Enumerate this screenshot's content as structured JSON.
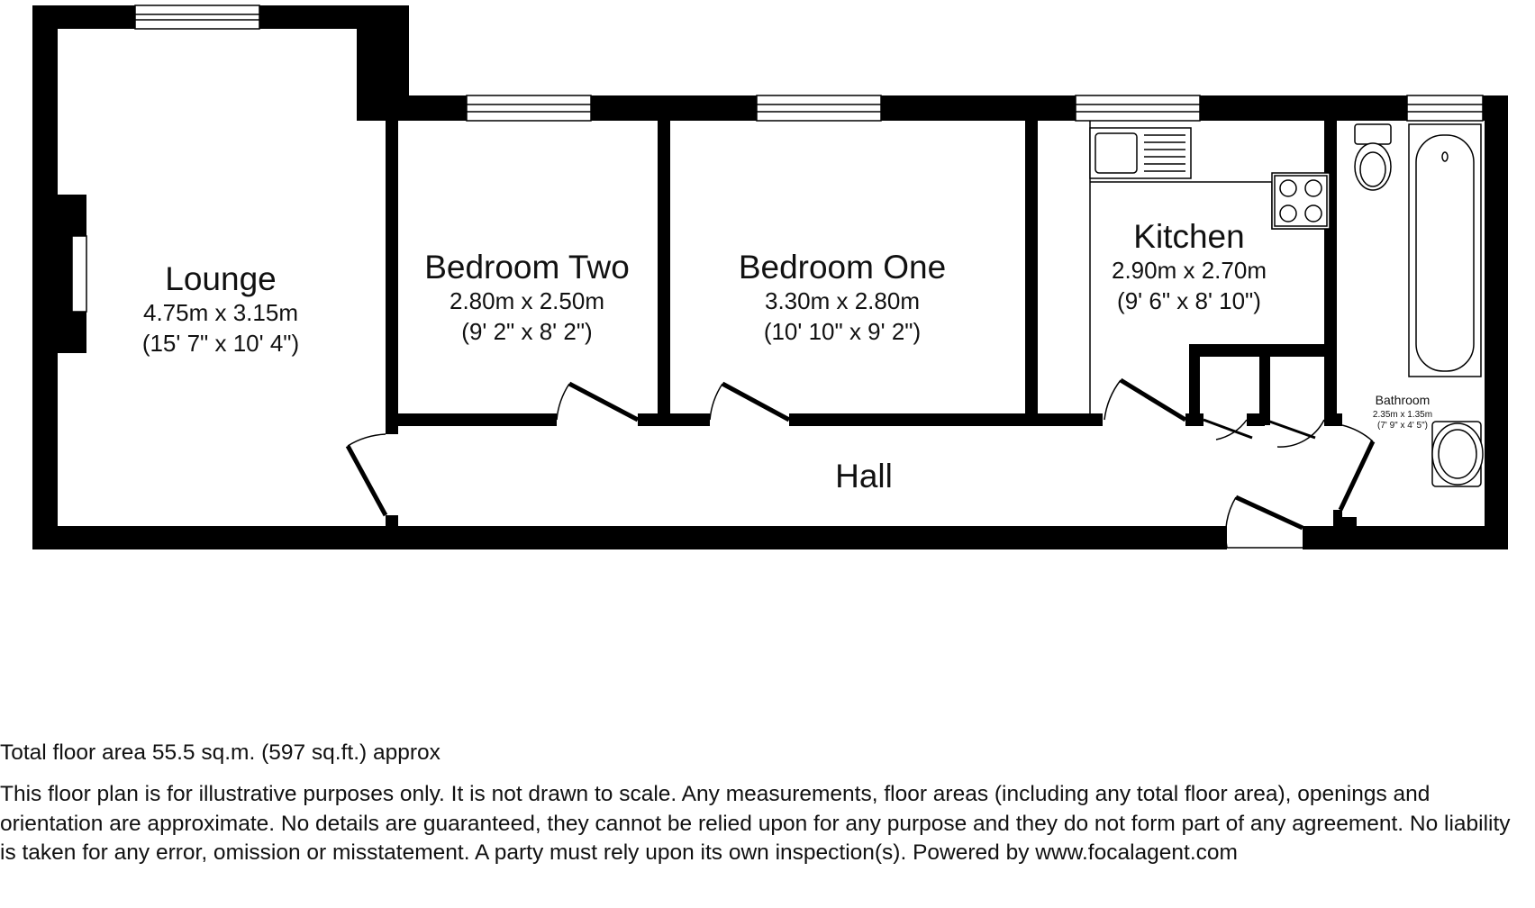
{
  "rooms": {
    "lounge": {
      "name": "Lounge",
      "size_m": "4.75m x 3.15m",
      "size_ft": "(15' 7\" x 10' 4\")"
    },
    "bedroom_two": {
      "name": "Bedroom Two",
      "size_m": "2.80m x 2.50m",
      "size_ft": "(9' 2\" x 8' 2\")"
    },
    "bedroom_one": {
      "name": "Bedroom One",
      "size_m": "3.30m x 2.80m",
      "size_ft": "(10' 10\" x 9' 2\")"
    },
    "kitchen": {
      "name": "Kitchen",
      "size_m": "2.90m x 2.70m",
      "size_ft": "(9' 6\" x 8' 10\")"
    },
    "bathroom": {
      "name": "Bathroom",
      "size_m": "2.35m x 1.35m",
      "size_ft": "(7' 9\" x 4' 5\")"
    },
    "hall": {
      "name": "Hall"
    }
  },
  "footer": {
    "total_area": "Total floor area 55.5 sq.m. (597 sq.ft.) approx",
    "disclaimer": "This floor plan is for illustrative purposes only. It is not drawn to scale. Any measurements, floor areas (including any total floor area), openings and orientation are approximate. No details are guaranteed, they cannot be relied upon for any purpose and they do not form part of any agreement. No liability is taken for any error, omission or misstatement. A party must rely upon its own inspection(s). Powered by www.focalagent.com"
  }
}
